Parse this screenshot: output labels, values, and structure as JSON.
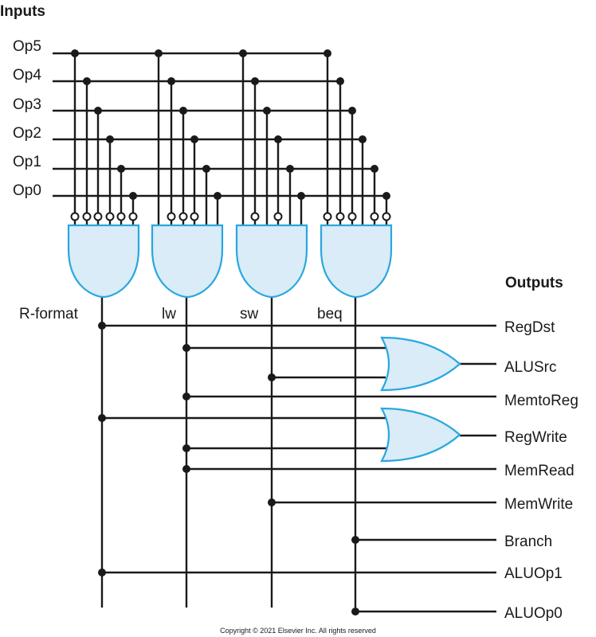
{
  "headers": {
    "inputs": "Inputs",
    "outputs": "Outputs"
  },
  "inputs": [
    "Op5",
    "Op4",
    "Op3",
    "Op2",
    "Op1",
    "Op0"
  ],
  "and_gates": [
    {
      "name": "R-format",
      "inverted": [
        true,
        true,
        true,
        true,
        true,
        true
      ]
    },
    {
      "name": "lw",
      "inverted": [
        false,
        true,
        true,
        true,
        false,
        false
      ]
    },
    {
      "name": "sw",
      "inverted": [
        false,
        true,
        false,
        true,
        false,
        false
      ]
    },
    {
      "name": "beq",
      "inverted": [
        true,
        true,
        true,
        false,
        true,
        true
      ]
    }
  ],
  "outputs": [
    "RegDst",
    "ALUSrc",
    "MemtoReg",
    "RegWrite",
    "MemRead",
    "MemWrite",
    "Branch",
    "ALUOp1",
    "ALUOp0"
  ],
  "copyright": "Copyright © 2021 Elsevier Inc. All rights reserved",
  "colors": {
    "gate_fill": "#d9ecf8",
    "gate_stroke": "#29a7de",
    "wire": "#1a1a1a"
  }
}
